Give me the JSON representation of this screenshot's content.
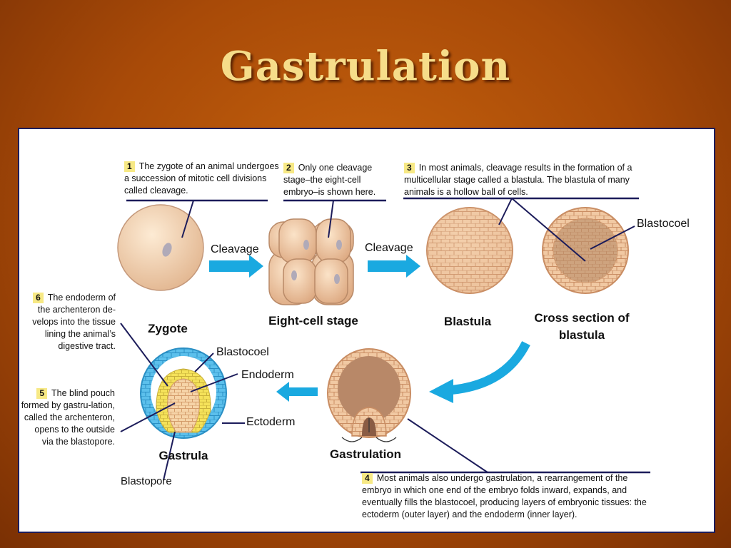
{
  "slide": {
    "title": "Gastrulation"
  },
  "steps": [
    {
      "num": "1",
      "text": "The zygote of an animal undergoes a succession of mitotic cell divisions called cleavage."
    },
    {
      "num": "2",
      "text": "Only one cleavage stage–the eight-cell embryo–is shown here."
    },
    {
      "num": "3",
      "text": "In most animals, cleavage results in the formation of a multicellular stage called a blastula. The blastula of many animals is a hollow ball of cells."
    },
    {
      "num": "4",
      "text": "Most animals also undergo gastrulation, a rearrangement of the embryo in which one end of the embryo folds inward, expands, and eventually fills the blastocoel, producing layers of embryonic tissues: the ectoderm (outer layer) and the endoderm (inner layer)."
    },
    {
      "num": "5",
      "text": "The blind pouch formed by gastru-lation, called the archenteron, opens to the outside via the blastopore."
    },
    {
      "num": "6",
      "text": "The endoderm of the archenteron de-velops into the tissue lining the animal’s digestive tract."
    }
  ],
  "stages": {
    "zygote": "Zygote",
    "eight_cell": "Eight-cell stage",
    "blastula": "Blastula",
    "cross_section": "Cross section of blastula",
    "gastrulation": "Gastrulation",
    "gastrula": "Gastrula"
  },
  "arrows": {
    "cleavage_1": "Cleavage",
    "cleavage_2": "Cleavage"
  },
  "labels": {
    "blastocoel_top": "Blastocoel",
    "blastocoel_gastrula": "Blastocoel",
    "endoderm": "Endoderm",
    "ectoderm": "Ectoderm",
    "blastopore": "Blastopore"
  },
  "colors": {
    "title": "#f6dd8a",
    "arrow": "#1aa9e0",
    "leader": "#1c1c5a",
    "cell": "#f0c9a0",
    "ectoderm": "#49b5e6",
    "endoderm": "#f3df4a"
  }
}
